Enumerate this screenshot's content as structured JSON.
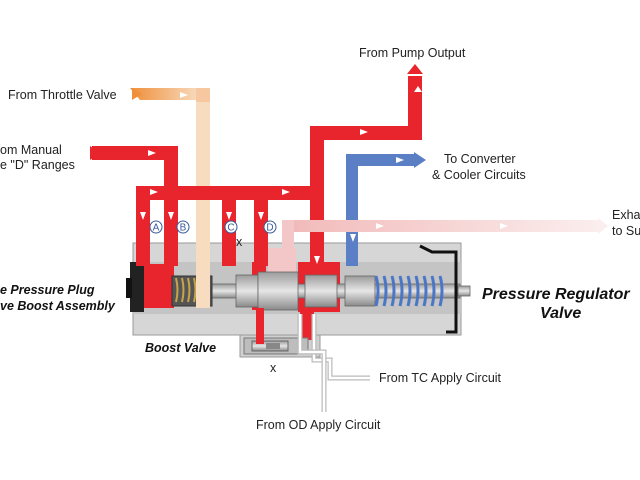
{
  "labels": {
    "pump_output": "From Pump Output",
    "throttle_valve": "From Throttle Valve",
    "manual_line1": "om Manual",
    "manual_line2": "e \"D\" Ranges",
    "converter_line1": "To Converter",
    "converter_line2": "& Cooler Circuits",
    "exhaust_line1": "Exha",
    "exhaust_line2": "to Su",
    "plug_line1": "e Pressure Plug",
    "plug_line2": "ve Boost Assembly",
    "regulator_line1": "Pressure Regulator",
    "regulator_line2": "Valve",
    "boost_valve": "Boost Valve",
    "tc_apply": "From TC Apply Circuit",
    "od_apply": "From OD Apply Circuit",
    "port_a": "A",
    "port_b": "B",
    "port_c": "C",
    "port_d": "D",
    "mark_x1": "x",
    "mark_x2": "x"
  },
  "colors": {
    "line_pressure": "#e8242c",
    "throttle": "#f4a460",
    "converter": "#5b7fc4",
    "exhaust": "#f6d6d6",
    "valve_body": "#d9d9d9",
    "spring": "#4a76c8"
  }
}
